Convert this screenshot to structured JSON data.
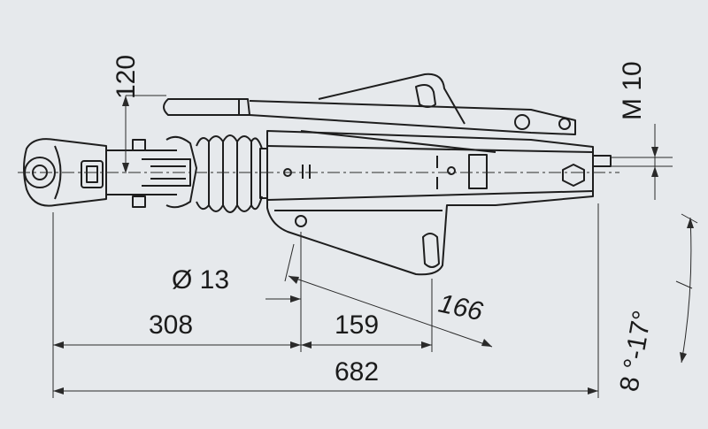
{
  "drawing": {
    "background": "#e6e9ec",
    "line_color": "#1e1e1e",
    "dim_color": "#2a2a2a",
    "dimensions": {
      "height_120": "120",
      "thread_m10": "M 10",
      "diameter_13": "Ø 13",
      "length_308": "308",
      "length_159": "159",
      "length_166": "166",
      "length_682": "682",
      "angle_range": "8 °-17°"
    }
  }
}
